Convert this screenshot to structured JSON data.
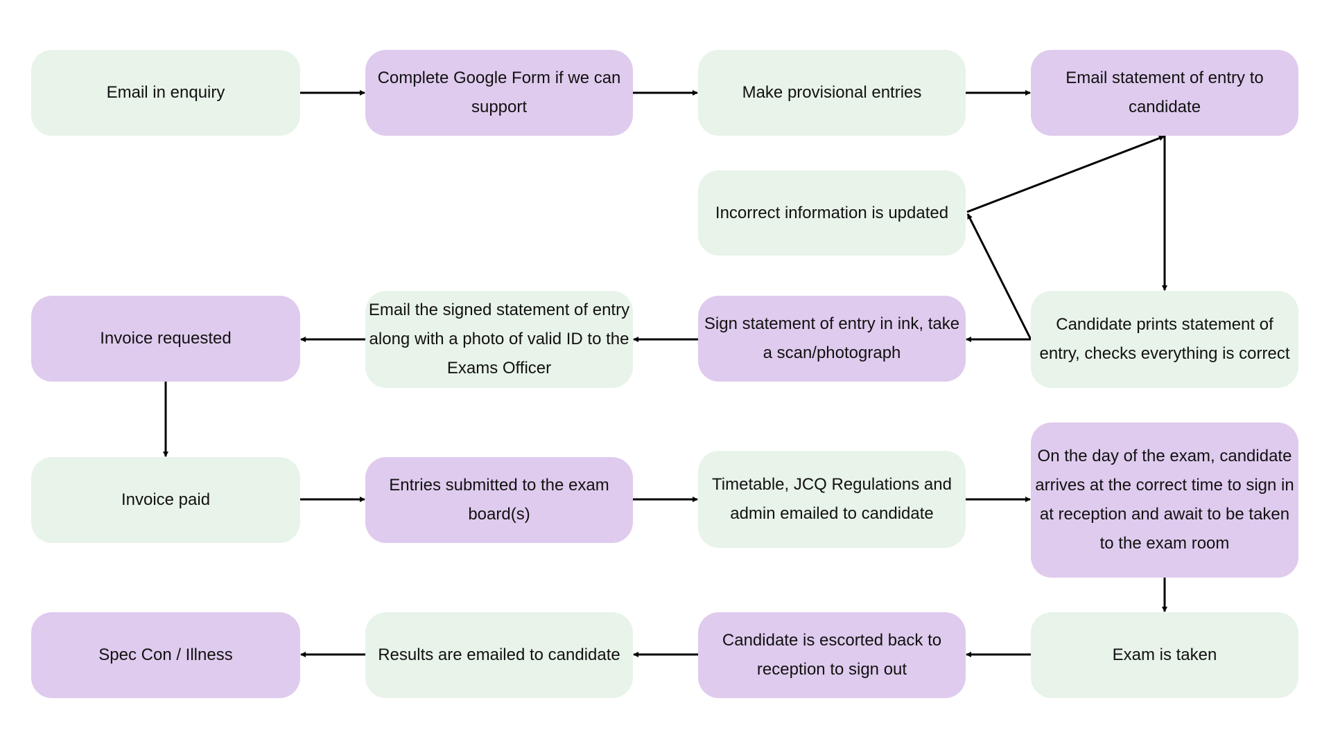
{
  "colors": {
    "green": "#e8f3e9",
    "purple": "#dfcbee",
    "arrow": "#000000"
  },
  "steps": [
    "Email in enquiry",
    "Complete Google Form if we can support",
    "Make provisional entries",
    "Email statement of entry to candidate",
    "Incorrect information is updated",
    "Candidate prints statement of entry, checks everything is correct",
    "Sign statement of entry in ink, take a scan/photograph",
    "Email the signed statement of entry along with a photo of valid ID to the Exams Officer",
    "Invoice requested",
    "Invoice paid",
    "Entries submitted to the exam board(s)",
    "Timetable, JCQ Regulations and admin emailed to candidate",
    "On the day of the exam, candidate arrives at the correct time to sign in at reception and await to be taken to the exam room",
    "Exam is taken",
    "Candidate is escorted back to reception to sign out",
    "Results are emailed to candidate",
    "Spec Con / Illness"
  ]
}
